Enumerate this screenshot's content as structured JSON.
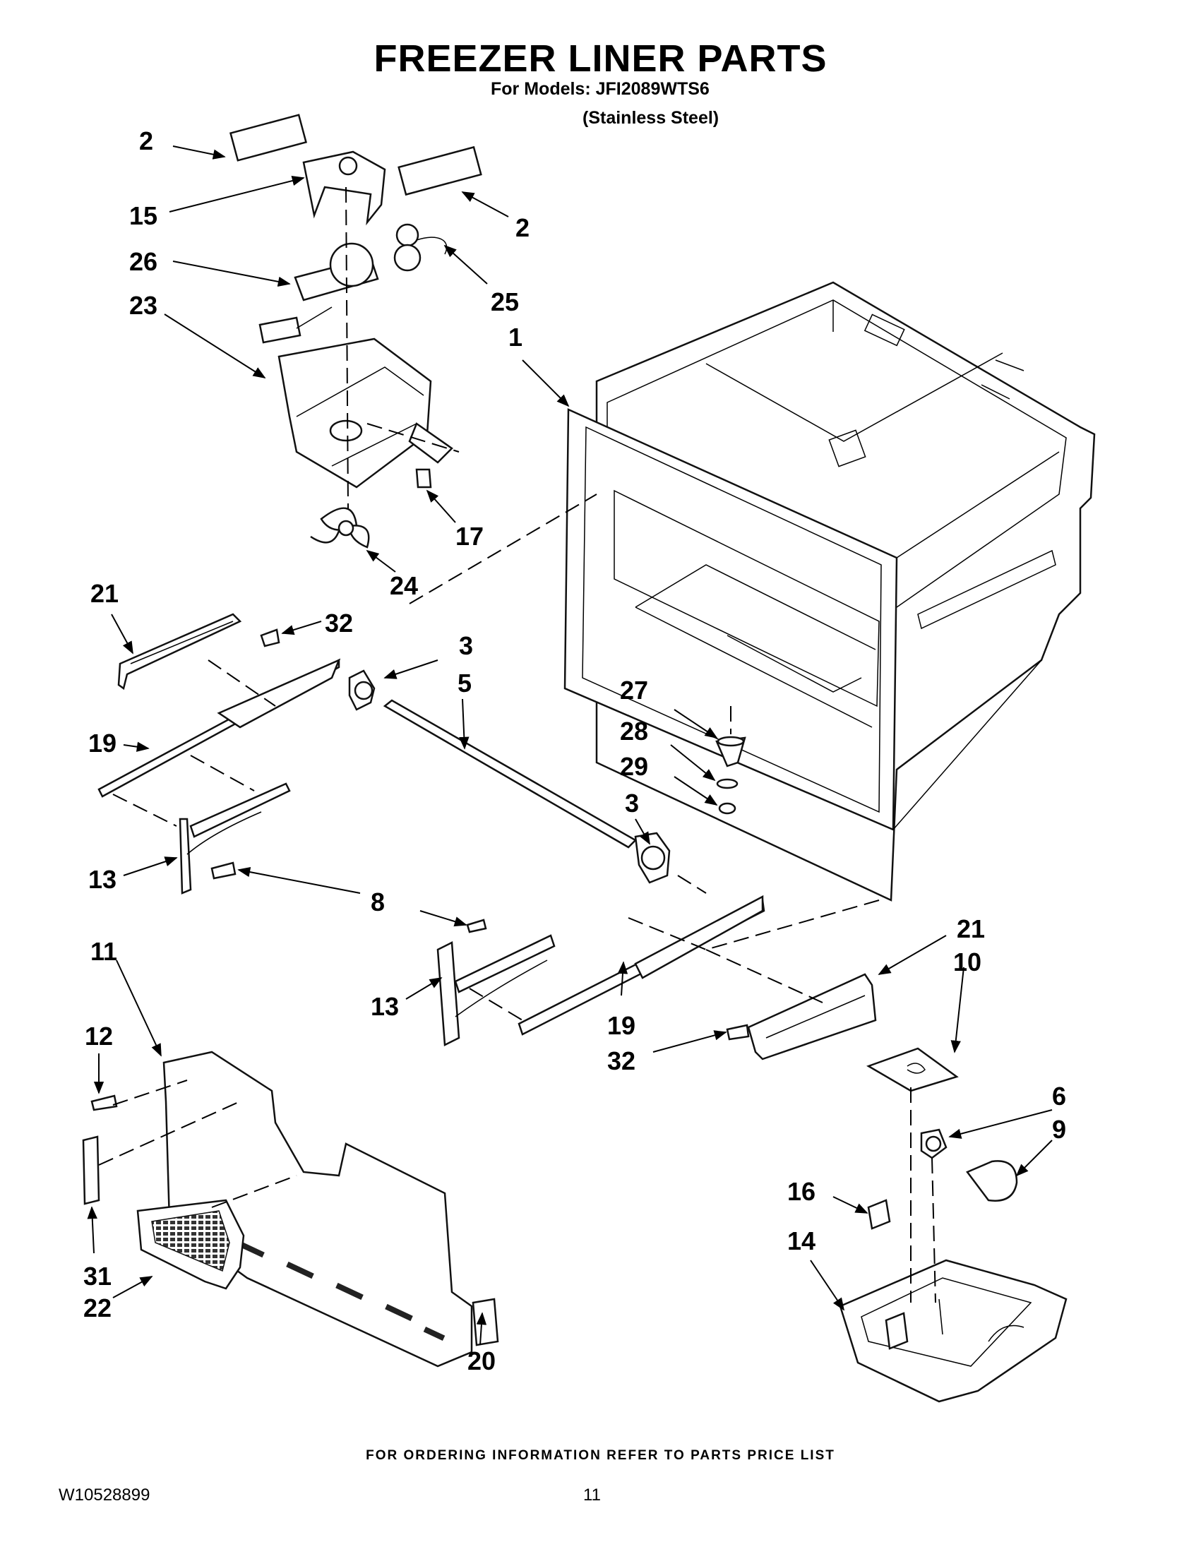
{
  "header": {
    "title": "FREEZER LINER PARTS",
    "models_line": "For Models: JFI2089WTS6",
    "finish_line": "(Stainless Steel)"
  },
  "footer": {
    "ordering_note": "FOR ORDERING INFORMATION REFER TO PARTS PRICE LIST",
    "document_number": "W10528899",
    "page_number": "11"
  },
  "callouts": {
    "c2a": "2",
    "c15": "15",
    "c2b": "2",
    "c26": "26",
    "c25": "25",
    "c23": "23",
    "c1": "1",
    "c17": "17",
    "c24": "24",
    "c21a": "21",
    "c32a": "32",
    "c3a": "3",
    "c5": "5",
    "c19a": "19",
    "c27": "27",
    "c28": "28",
    "c29": "29",
    "c3b": "3",
    "c13a": "13",
    "c8": "8",
    "c11": "11",
    "c21b": "21",
    "c10": "10",
    "c13b": "13",
    "c19b": "19",
    "c32b": "32",
    "c12": "12",
    "c6": "6",
    "c9": "9",
    "c16": "16",
    "c14": "14",
    "c31": "31",
    "c22": "22",
    "c20": "20"
  }
}
